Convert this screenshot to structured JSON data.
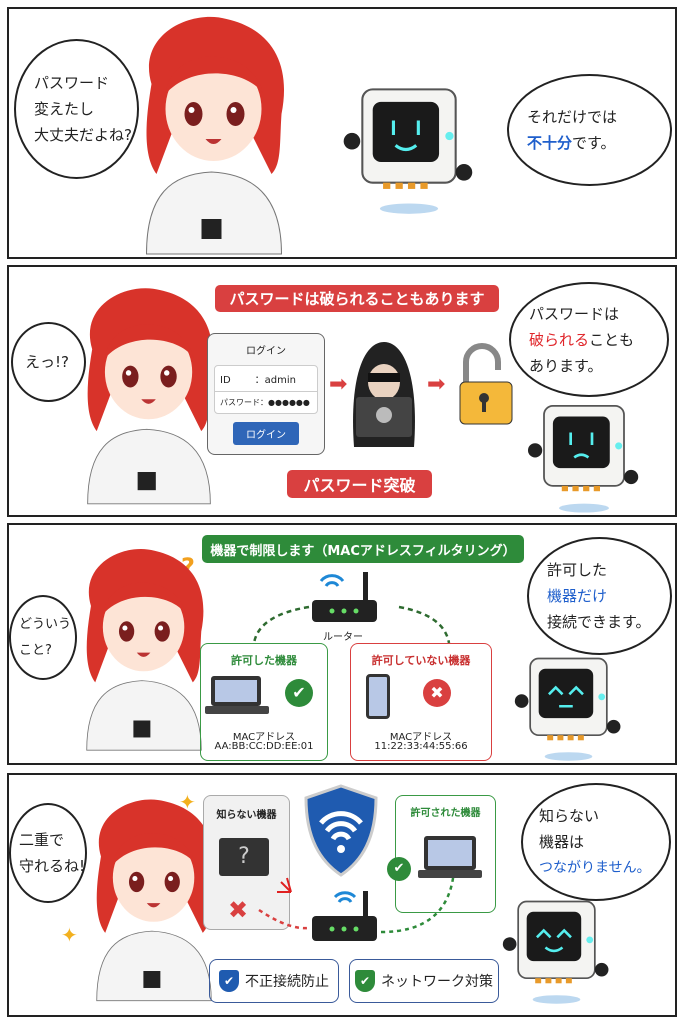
{
  "panels": [
    {
      "girl_bubble": [
        "パスワード",
        "変えたし",
        "大丈夫だよね?"
      ],
      "robot_bubble": {
        "line1": "それだけでは",
        "line2_highlight": "不十分",
        "line2_rest": "です。"
      }
    },
    {
      "girl_bubble": [
        "えっ!?"
      ],
      "banner_top": "パスワードは破られることもあります",
      "login": {
        "title": "ログイン",
        "id_label": "ID",
        "id_value": "：admin",
        "pw_label": "パスワード：",
        "pw_value": "●●●●●●",
        "button": "ログイン"
      },
      "banner_bottom": "パスワード突破",
      "robot_bubble": {
        "line1": "パスワードは",
        "line2_highlight": "破られる",
        "line2_rest": "ことも",
        "line3": "あります。"
      }
    },
    {
      "girl_bubble": [
        "どういう",
        "こと?"
      ],
      "banner_top": "機器で制限します（MACアドレスフィルタリング）",
      "router_label": "ルーター",
      "allowed": {
        "title": "許可した機器",
        "mac_label": "MACアドレス",
        "mac": "AA:BB:CC:DD:EE:01"
      },
      "denied": {
        "title": "許可していない機器",
        "mac_label": "MACアドレス",
        "mac": "11:22:33:44:55:66"
      },
      "robot_bubble": {
        "line1": "許可した",
        "line2_highlight": "機器だけ",
        "line3": "接続できます。"
      }
    },
    {
      "girl_bubble": [
        "二重で",
        "守れるね!"
      ],
      "unknown_title": "知らない機器",
      "allowed_title": "許可された機器",
      "badges": [
        "不正接続防止",
        "ネットワーク対策"
      ],
      "robot_bubble": {
        "line1": "知らない",
        "line2": "機器は",
        "line3_highlight": "つながりません。"
      }
    }
  ],
  "colors": {
    "red": "#d94040",
    "green": "#2e8b3a",
    "blue": "#1f5fcc",
    "hair": "#d8332a"
  }
}
